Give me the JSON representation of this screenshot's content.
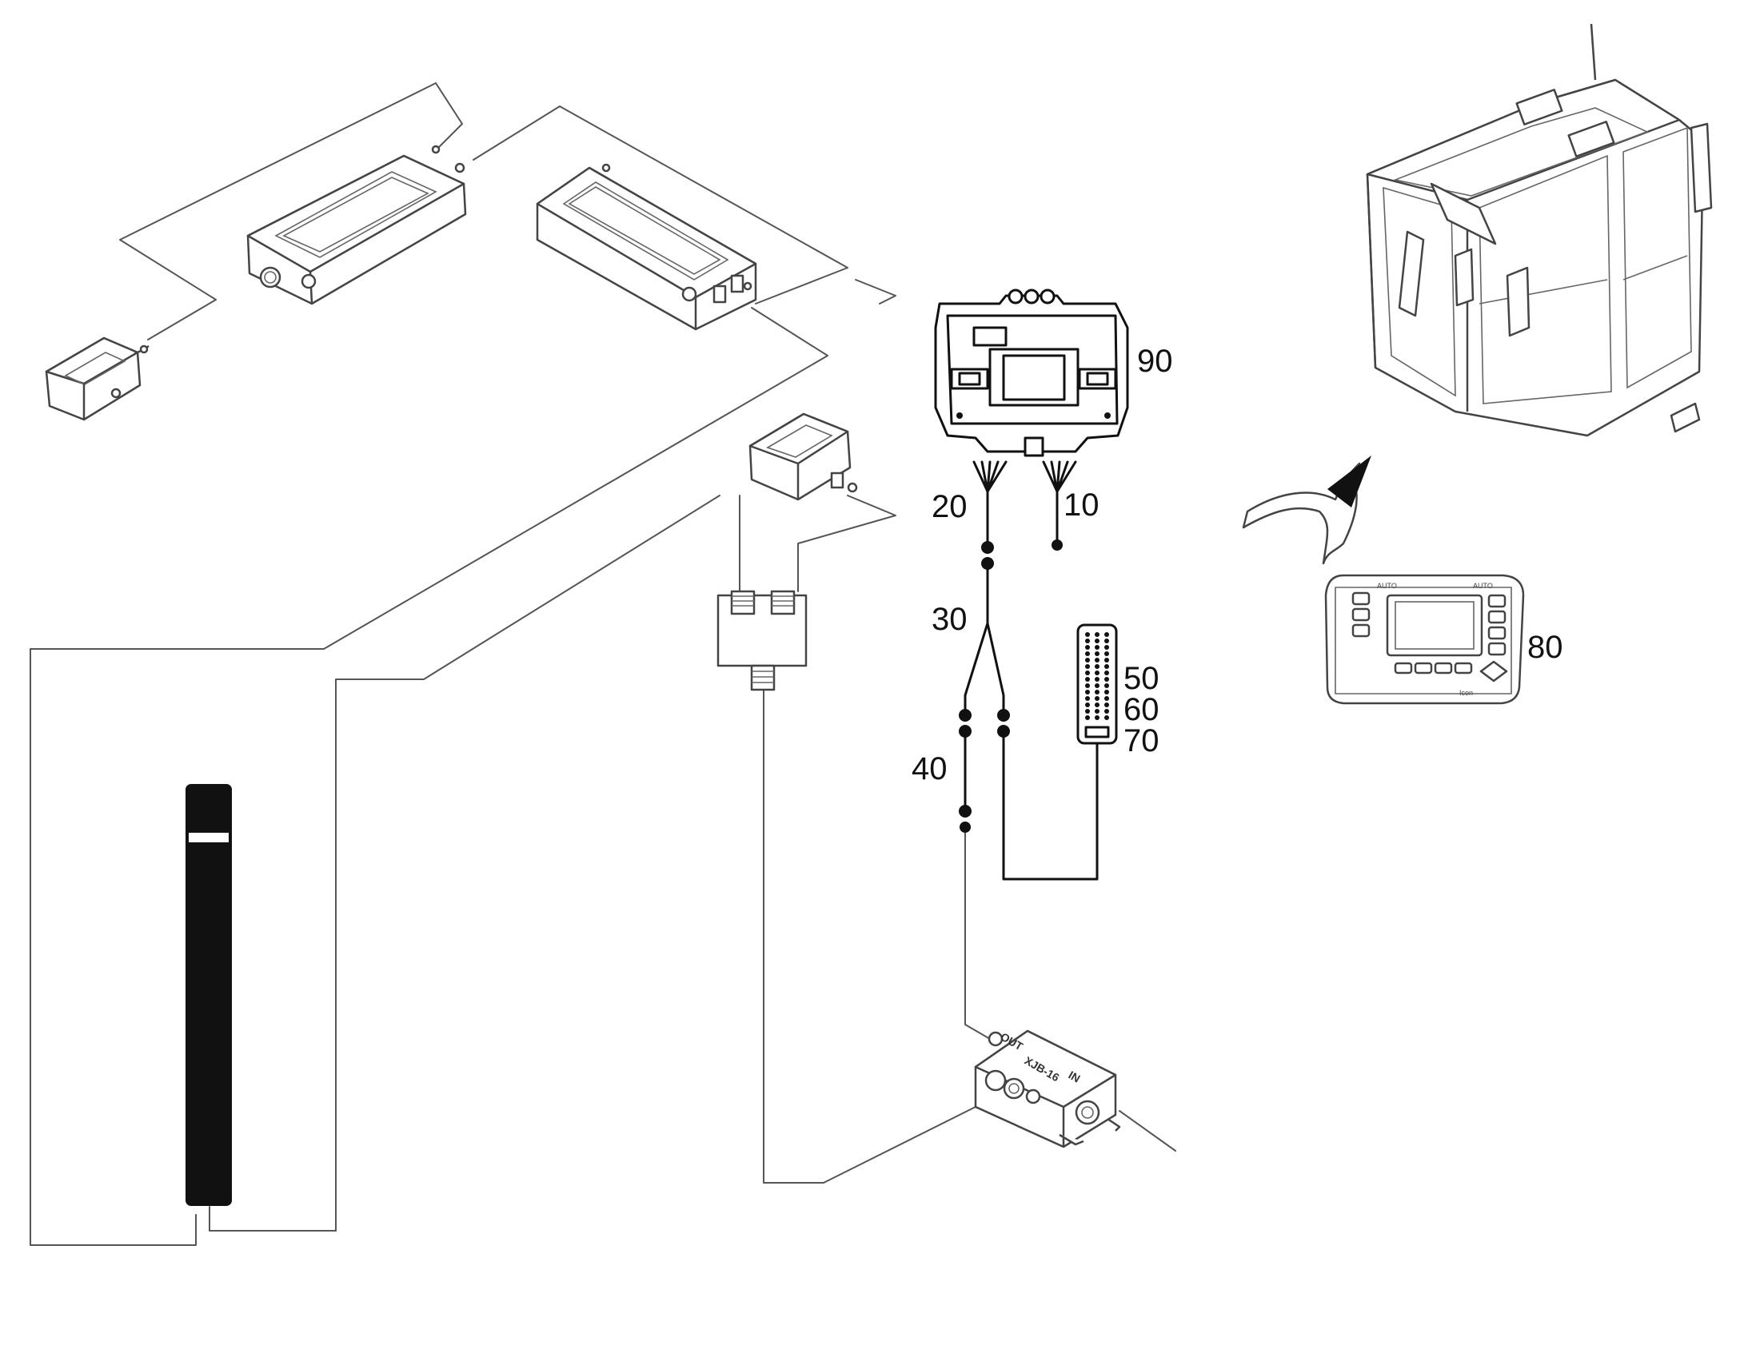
{
  "callouts": {
    "c90": "90",
    "c20": "20",
    "c10": "10",
    "c30": "30",
    "c40": "40",
    "c50": "50",
    "c60": "60",
    "c70": "70",
    "c80": "80"
  },
  "junction_box": {
    "model": "XJB-16",
    "out_label": "OUT",
    "in_label": "IN"
  },
  "display_unit": {
    "auto_left": "AUTO",
    "auto_right": "AUTO",
    "brand": "Icon"
  },
  "colors": {
    "line": "#555555",
    "ink": "#111111",
    "background": "#ffffff"
  }
}
